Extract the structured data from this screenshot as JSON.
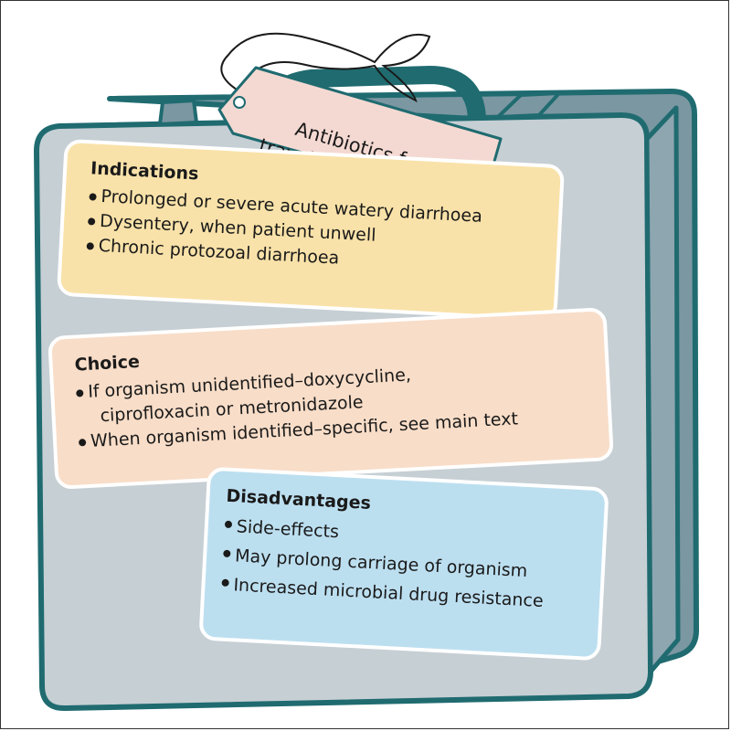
{
  "tag": {
    "line1": "Antibiotics for",
    "line2": "traveller's diarrhoea"
  },
  "indications": {
    "heading": "Indications",
    "items": [
      "Prolonged or severe acute watery diarrhoea",
      "Dysentery, when patient unwell",
      "Chronic protozoal diarrhoea"
    ]
  },
  "choice": {
    "heading": "Choice",
    "item1_line1": "If organism unidentified–doxycycline,",
    "item1_line2": "ciprofloxacin or metronidazole",
    "item2": "When organism identified–specific, see main text"
  },
  "disadvantages": {
    "heading": "Disadvantages",
    "items": [
      "Side-effects",
      "May prolong carriage of  organism",
      "Increased microbial drug resistance"
    ]
  },
  "colors": {
    "suitcase_body": "#c6cfd4",
    "suitcase_dark": "#7b97a2",
    "outline": "#1f6b70",
    "tag": "#f4d9d2",
    "indications": "#f9e2a9",
    "choice": "#f8ddc8",
    "disadvantages": "#bcdff0"
  }
}
